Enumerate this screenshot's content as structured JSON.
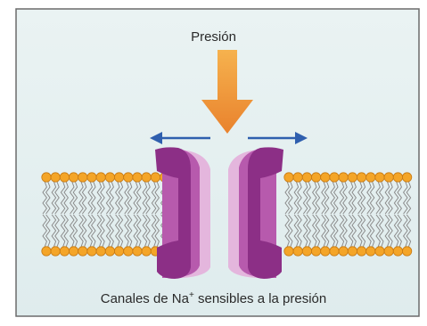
{
  "figure": {
    "pressure_label": "Presión",
    "caption_prefix": "Canales de Na",
    "caption_superscript": "+",
    "caption_suffix": " sensibles a la presión"
  },
  "colors": {
    "panel_background": "#e3efef",
    "arrow_orange_top": "#f6b24e",
    "arrow_orange_bottom": "#e9822d",
    "arrow_blue": "#2f5fae",
    "lipid_head": "#f4a528",
    "lipid_head_edge": "#c87a12",
    "lipid_tail": "#8a8a8a",
    "channel_dark": "#8c2f86",
    "channel_mid": "#b75aad",
    "channel_light": "#e4b6dd"
  },
  "icons": {
    "pressure_arrow": "down-arrow-icon",
    "left_arrow": "left-arrow-icon",
    "right_arrow": "right-arrow-icon"
  }
}
